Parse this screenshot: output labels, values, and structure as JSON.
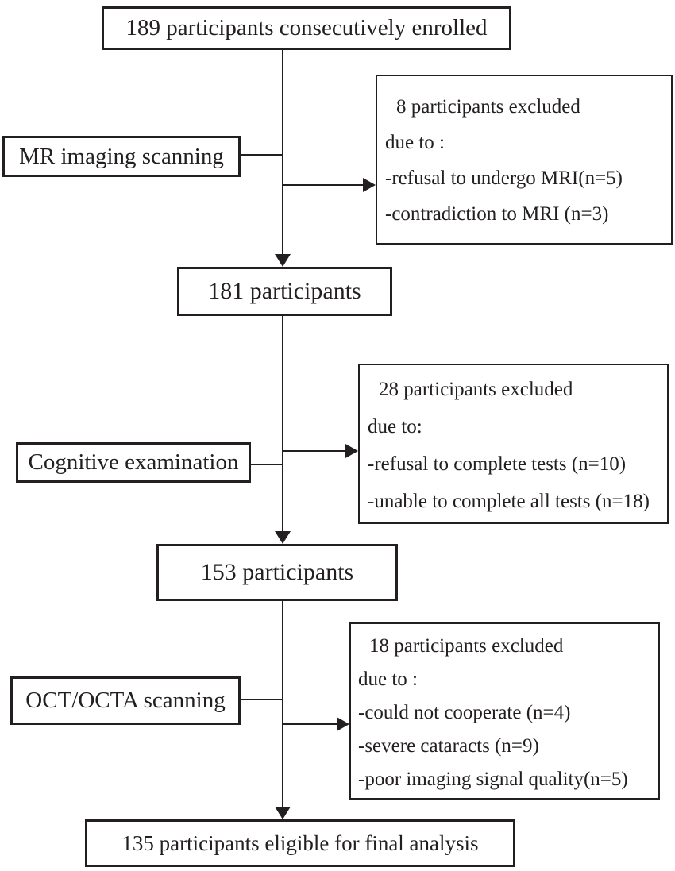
{
  "nodes": {
    "enrolled": {
      "label": "189 participants consecutively enrolled"
    },
    "mr_scanning": {
      "label": "MR imaging scanning"
    },
    "excluded_mri": {
      "lines": [
        "8 participants excluded",
        "due to :",
        "-refusal to undergo MRI(n=5)",
        "-contradiction to MRI (n=3)"
      ]
    },
    "participants_181": {
      "label": "181 participants"
    },
    "cognitive_exam": {
      "label": "Cognitive examination"
    },
    "excluded_cognitive": {
      "lines": [
        "28 participants excluded",
        "due to:",
        "-refusal to complete tests (n=10)",
        "-unable to complete all tests (n=18)"
      ]
    },
    "participants_153": {
      "label": "153 participants"
    },
    "oct_scanning": {
      "label": "OCT/OCTA scanning"
    },
    "excluded_oct": {
      "lines": [
        "18 participants excluded",
        "due to :",
        "-could not cooperate (n=4)",
        "-severe cataracts (n=9)",
        "-poor imaging signal quality(n=5)"
      ]
    },
    "final_analysis": {
      "label": "135 participants eligible for final analysis"
    }
  },
  "colors": {
    "ink": "#231f20",
    "background": "#ffffff"
  }
}
